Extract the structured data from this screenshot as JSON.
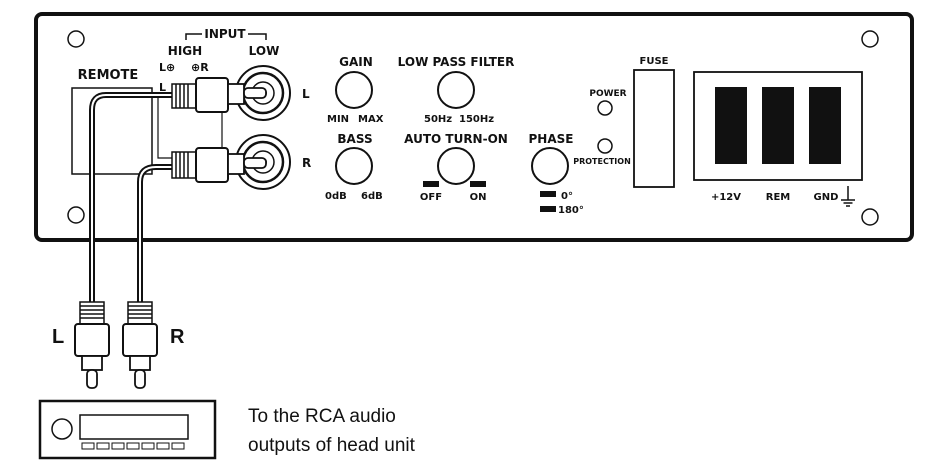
{
  "panel": {
    "input_label": "INPUT",
    "high_label": "HIGH",
    "low_label": "LOW",
    "high_left_terminal": "L⊕",
    "high_right_terminal": "⊕R",
    "high_left_terminal_2": "L",
    "remote_label": "REMOTE",
    "channel_left": "L",
    "channel_right": "R",
    "gain": {
      "title": "GAIN",
      "min": "MIN",
      "max": "MAX"
    },
    "low_pass": {
      "title": "LOW PASS FILTER",
      "min": "50Hz",
      "max": "150Hz"
    },
    "bass": {
      "title": "BASS",
      "min": "0dB",
      "max": "6dB"
    },
    "auto_turn_on": {
      "title": "AUTO TURN-ON",
      "off": "OFF",
      "on": "ON"
    },
    "phase": {
      "title": "PHASE",
      "deg0": "0°",
      "deg180": "180°"
    },
    "power_label": "POWER",
    "protection_label": "PROTECTION",
    "fuse_label": "FUSE",
    "terminals": {
      "plus12v": "+12V",
      "rem": "REM",
      "gnd": "GND"
    }
  },
  "cable": {
    "left_label": "L",
    "right_label": "R"
  },
  "head_unit": {
    "caption_line1": "To the RCA audio",
    "caption_line2": "outputs of head unit"
  }
}
